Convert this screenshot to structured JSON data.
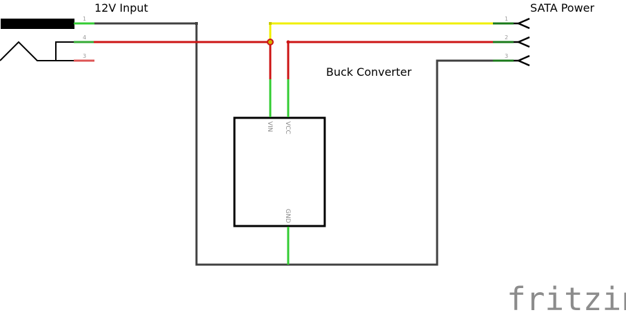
{
  "parts": {
    "power_jack": {
      "label": "12V Input",
      "pins": [
        "1",
        "4",
        "3"
      ]
    },
    "sata": {
      "label": "SATA Power",
      "pins": [
        "1",
        "2",
        "3"
      ]
    },
    "buck": {
      "label": "Buck Converter",
      "pins": [
        "VIN",
        "VCC",
        "GND"
      ]
    }
  },
  "logo": "fritzing",
  "colors": {
    "ground": "#404040",
    "power": "#cc1414",
    "yellow": "#f0f000",
    "pin": "#33cc33",
    "outline": "#000000"
  }
}
